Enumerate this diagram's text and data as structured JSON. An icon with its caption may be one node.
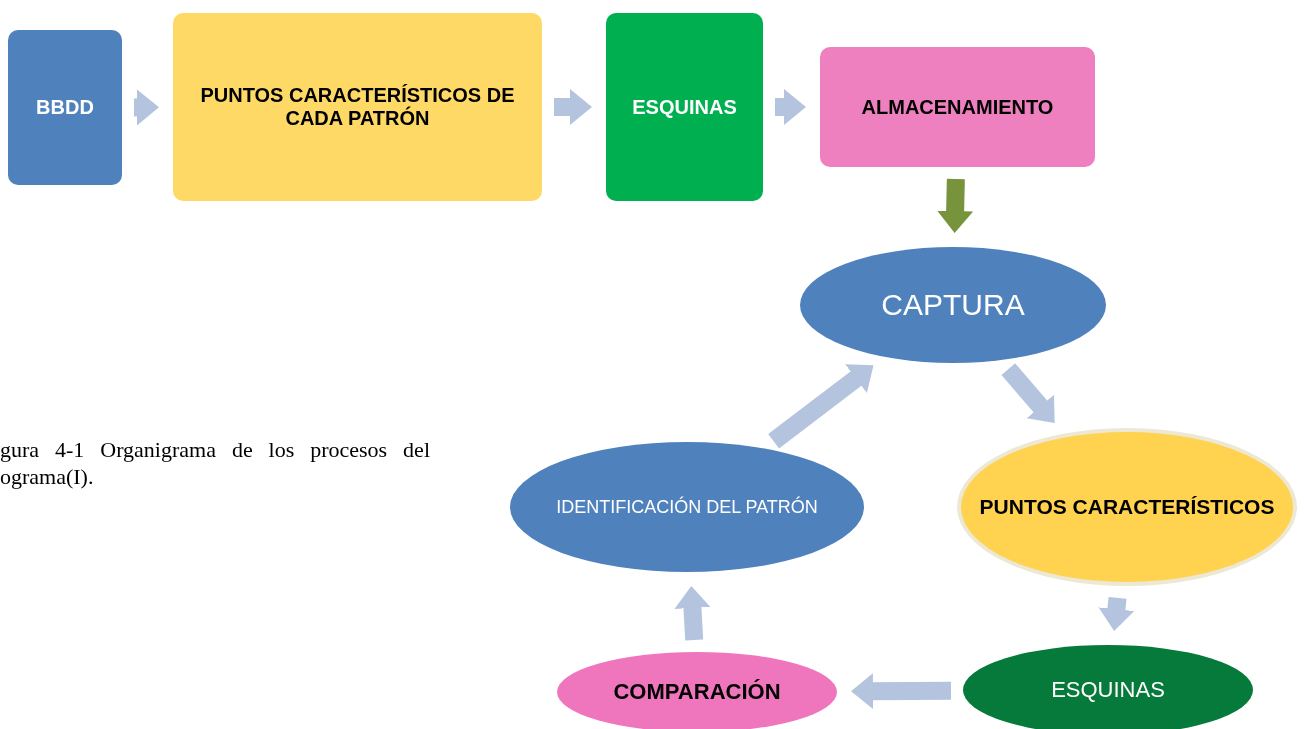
{
  "diagram": {
    "caption": "gura 4-1 Organigrama de los procesos del ograma(I).",
    "nodes": [
      {
        "text": [
          "BBDD"
        ]
      },
      {
        "text": [
          "PUNTOS CARACTERÍSTICOS DE CADA PATRÓN"
        ]
      },
      {
        "text": [
          "ESQUINAS"
        ]
      },
      {
        "text": [
          "ALMACENAMIENTO"
        ]
      },
      {
        "text": [
          "CAPTURA"
        ]
      },
      {
        "text": [
          "PUNTOS CARACTERÍSTICOS"
        ]
      },
      {
        "text": [
          "ESQUINAS"
        ]
      },
      {
        "text": [
          "COMPARACIÓN"
        ]
      },
      {
        "text": [
          "IDENTIFICACIÓN DEL PATRÓN"
        ]
      }
    ],
    "edges": [
      {
        "from": 0,
        "to": 1,
        "arrow": "to"
      },
      {
        "from": 1,
        "to": 2,
        "arrow": "to"
      },
      {
        "from": 2,
        "to": 3,
        "arrow": "to"
      },
      {
        "from": 3,
        "to": 4,
        "arrow": "to",
        "color": "#77933c"
      },
      {
        "from": 4,
        "to": 5,
        "arrow": "to"
      },
      {
        "from": 5,
        "to": 6,
        "arrow": "to"
      },
      {
        "from": 6,
        "to": 7,
        "arrow": "to"
      },
      {
        "from": 7,
        "to": 8,
        "arrow": "to"
      },
      {
        "from": 8,
        "to": 4,
        "arrow": "to"
      }
    ]
  }
}
